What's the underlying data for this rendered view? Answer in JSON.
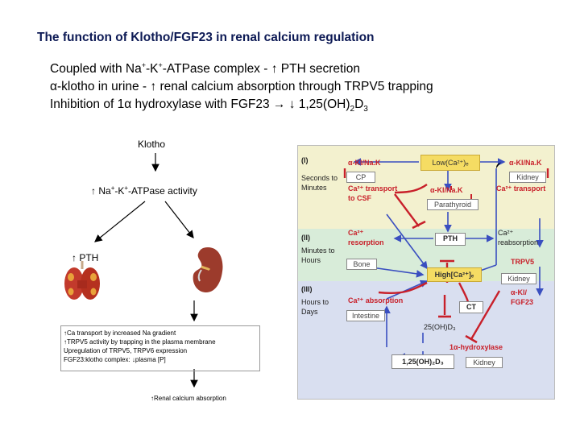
{
  "slide": {
    "title": "The function of Klotho/FGF23 in renal calcium regulation",
    "bullets": [
      {
        "pre": "Coupled with Na",
        "sup1": "+",
        "mid": "-K",
        "sup2": "+",
        "post": "-ATPase complex - ↑ PTH secretion"
      },
      {
        "text": "α-klotho in urine - ↑ renal calcium absorption through TRPV5 trapping"
      },
      {
        "pre": "Inhibition of 1α hydroxylase with FGF23 → ↓ 1,25(OH)",
        "sub1": "2",
        "mid": "D",
        "sub2": "3"
      }
    ]
  },
  "left_diagram": {
    "klotho": "Klotho",
    "na_k_pre": "↑ Na",
    "na_k_sup1": "+",
    "na_k_mid": "-K",
    "na_k_sup2": "+",
    "na_k_post": "-ATPase activity",
    "pth": "↑ PTH",
    "effects": [
      "↑Ca transport by increased Na gradient",
      "↑TRPV5 activity by trapping in the plasma membrane",
      "Upregulation of TRPV5, TRPV6 expression",
      "FGF23:klotho complex: ↓plasma [P]"
    ],
    "result": "↑Renal calcium absorption"
  },
  "right_figure": {
    "bands": {
      "I": {
        "label": "(I)",
        "time": "Seconds to Minutes"
      },
      "II": {
        "label": "(II)",
        "time": "Minutes to Hours"
      },
      "III": {
        "label": "(III)",
        "time": "Hours to Days"
      }
    },
    "low_ca": "Low(Ca²⁺)ₑ",
    "cp": "CP",
    "kidney_top": "Kidney",
    "kl_nak_left": "α-Kl/Na.K",
    "kl_nak_right": "α-Kl/Na.K",
    "kl_nak_mid": "α-Kl/Na.K",
    "ca_csf": "Ca²⁺ transport to CSF",
    "ca_transport_right": "Ca²⁺ transport",
    "parathyroid": "Parathyroid",
    "ca_resorption": "Ca²⁺ resorption",
    "pth": "PTH",
    "ca_reabsorption": "Ca²⁺ reabsorption",
    "trpv5": "TRPV5",
    "bone": "Bone",
    "high_ca": "High[Ca²⁺]ₑ",
    "kidney_mid": "Kidney",
    "ca_absorption": "Ca²⁺ absorption",
    "kl_fgf23": "α-Kl/ FGF23",
    "ct": "CT",
    "intestine": "Intestine",
    "vitd25": "25(OH)D₃",
    "hydroxylase": "1α-hydroxylase",
    "vitd125": "1,25(OH)₂D₃",
    "kidney_bottom": "Kidney"
  },
  "colors": {
    "title": "#0d1a55",
    "band_I": "#f3f1cf",
    "band_II": "#d8ecd9",
    "band_III": "#d9dff0",
    "red": "#c8202a",
    "blue": "#3a4fc0",
    "yellow_box": "#f5dc63"
  }
}
